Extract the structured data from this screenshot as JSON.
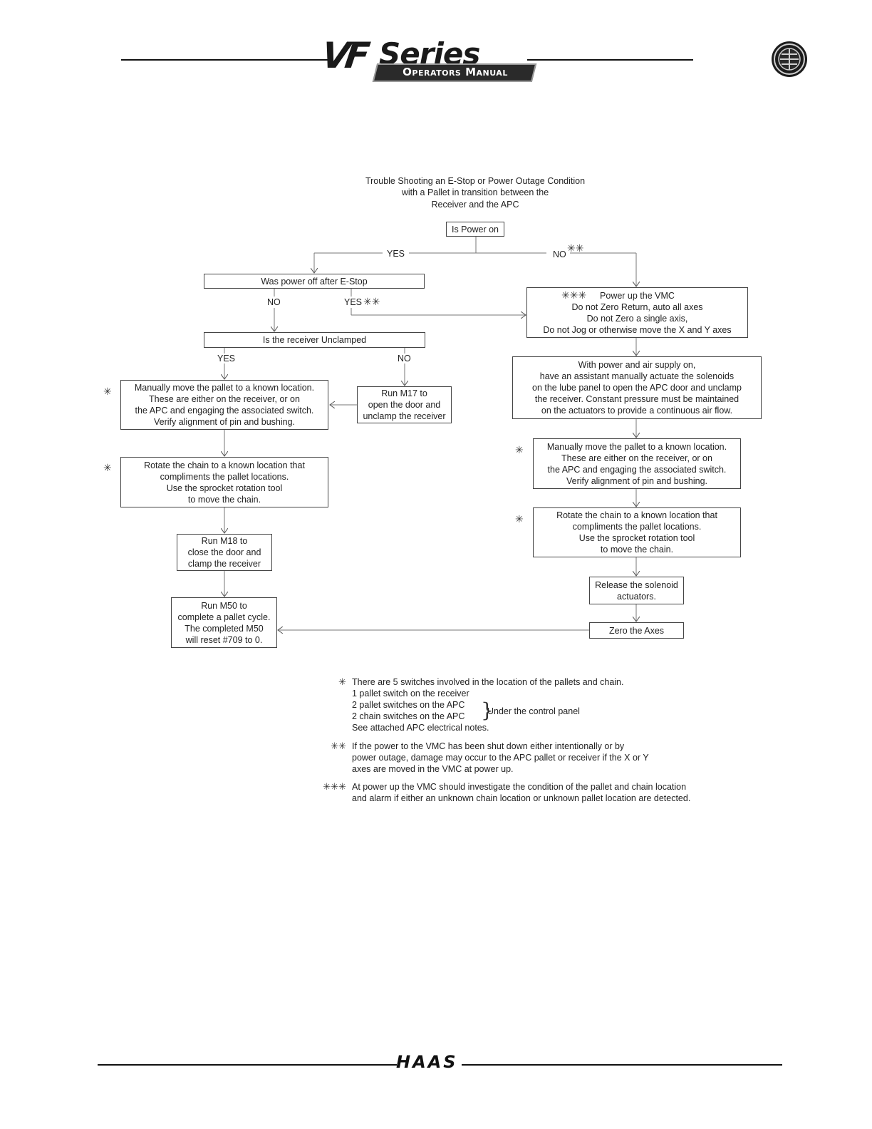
{
  "header": {
    "logo_vf": "VF",
    "logo_series": "Series",
    "logo_subtitle": "Operators Manual",
    "emblem_icon": "haas-wheel-icon"
  },
  "diagram": {
    "title": "Trouble Shooting an E-Stop or Power Outage Condition\nwith a Pallet in transition between the\nReceiver and the APC",
    "boxes": {
      "power_on": "Is Power on",
      "power_off_after_estop": "Was power off after E-Stop",
      "receiver_unclamped": "Is the receiver Unclamped",
      "left_move_pallet": "Manually move the pallet to a known location.\nThese are either on the receiver, or on\nthe APC and engaging the associated switch.\nVerify alignment of pin and bushing.",
      "run_m17": "Run M17 to\nopen the door and\nunclamp the receiver",
      "left_rotate_chain": "Rotate the chain to a known location that\ncompliments the pallet locations.\nUse the sprocket rotation tool\nto move the chain.",
      "run_m18": "Run M18 to\nclose the door and\nclamp the receiver",
      "run_m50": "Run M50 to\ncomplete a pallet cycle.\nThe completed M50\nwill reset #709 to 0.",
      "power_up_vmc": "Power up the VMC\nDo not Zero Return, auto all axes\nDo not Zero a single axis,\nDo not Jog or otherwise move the X and Y axes",
      "air_supply": "With power and air supply on,\nhave an assistant manually actuate the solenoids\non the lube panel to open the APC door and unclamp\nthe receiver. Constant pressure must be maintained\non the actuators to provide a continuous air flow.",
      "right_move_pallet": "Manually move the pallet to a known location.\nThese are either on the receiver, or on\nthe APC and engaging the associated switch.\nVerify alignment of pin and bushing.",
      "right_rotate_chain": "Rotate the chain to a known location that\ncompliments the pallet locations.\nUse the sprocket rotation tool\nto move the chain.",
      "release_solenoid": "Release the solenoid\nactuators.",
      "zero_axes": "Zero the Axes"
    },
    "labels": {
      "yes_1": "YES",
      "no_1": "NO",
      "no_2": "NO",
      "yes_2": "YES",
      "yes_3": "YES",
      "no_3": "NO"
    },
    "marks": {
      "single": "✳",
      "double": "✳✳",
      "triple": "✳✳✳"
    }
  },
  "notes": [
    {
      "mark": "✳",
      "lines": [
        "There are 5 switches involved in the location of the pallets and chain.",
        "1 pallet switch on the receiver",
        "2 pallet switches on the APC",
        "2 chain switches on the APC",
        "See attached APC electrical notes."
      ],
      "brace_label": "Under the control panel"
    },
    {
      "mark": "✳✳",
      "lines": [
        "If the power to the VMC has been shut down either intentionally or by",
        "power outage, damage may occur to the APC pallet or receiver if the X or Y",
        "axes are moved in the VMC at power up."
      ]
    },
    {
      "mark": "✳✳✳",
      "lines": [
        "At power up the VMC should investigate the condition of the pallet and chain location",
        "and alarm if either an unknown chain location or unknown pallet location are detected."
      ]
    }
  ],
  "footer": {
    "brand": "HAAS"
  }
}
